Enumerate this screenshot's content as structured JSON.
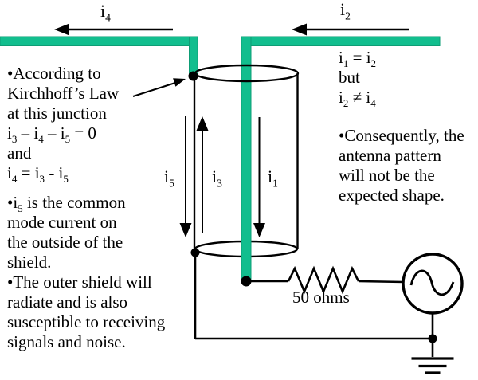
{
  "colors": {
    "green": "#12BE8E",
    "line": "#000000"
  },
  "labels": {
    "i4": "i₄",
    "i2": "i₂",
    "i5": "i₅",
    "i3": "i₃",
    "i1": "i₁",
    "resistor": "50 ohms"
  },
  "left_text": {
    "p1": [
      "•According to",
      "Kirchhoff’s Law",
      "at this junction",
      "i₃ – i₄ – i₅ = 0",
      "and",
      "i₄ = i₃ - i₅"
    ],
    "p2": [
      "•i₅ is the common",
      "mode current on",
      "the outside of the",
      "shield."
    ],
    "p3": [
      "•The outer shield will",
      "radiate and is also",
      "susceptible to receiving",
      "signals and noise."
    ]
  },
  "right_text": {
    "p1": [
      "i₁ = i₂",
      "but",
      "i₂ ≠ i₄"
    ],
    "p2": [
      "•Consequently, the",
      "antenna pattern",
      "will not be the",
      "expected shape."
    ]
  }
}
